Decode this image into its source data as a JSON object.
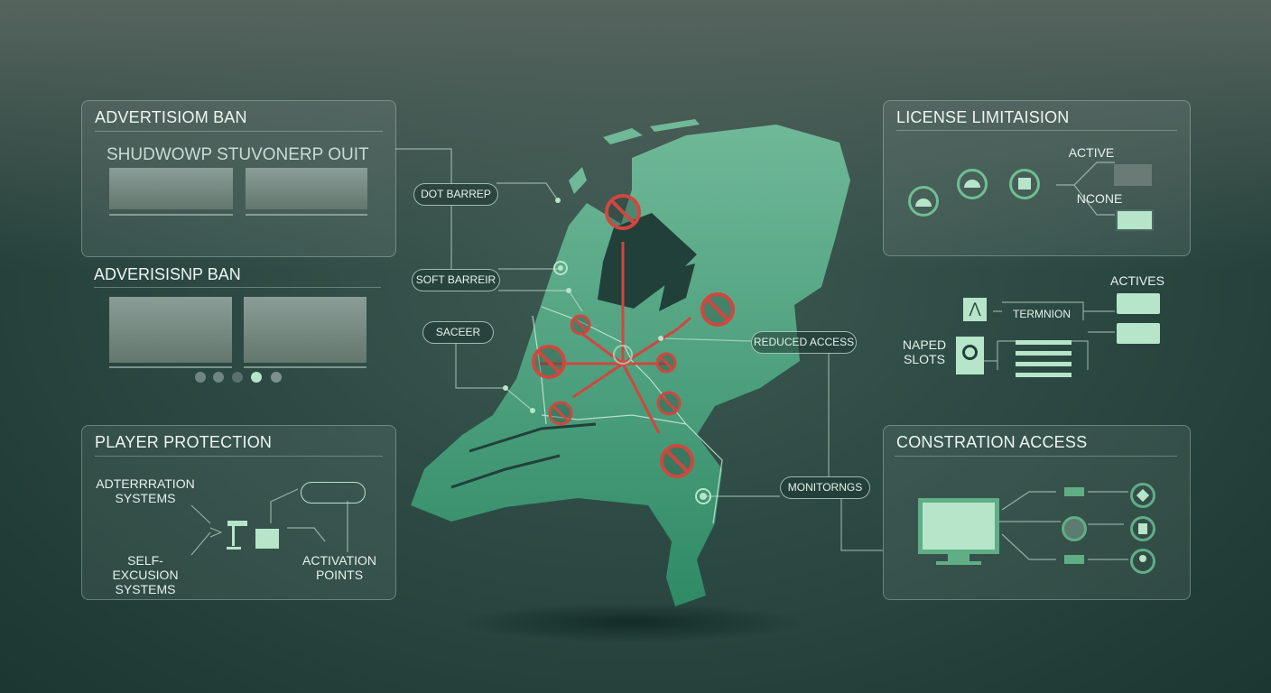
{
  "panels": {
    "advertising_ban_1": {
      "title": "ADVERTISIOM BAN",
      "subtitle": "SHUDWOWP STUVONERP OUIT"
    },
    "advertising_ban_2": {
      "title": "ADVERISISNP BAN",
      "carousel": {
        "count": 5,
        "active_index": 3
      }
    },
    "player_protection": {
      "title": "PLAYER PROTECTION",
      "labels": [
        "ADTERRRATION SYSTEMS",
        "SELF-EXCUSION SYSTEMS",
        "ACTIVATION POINTS"
      ]
    },
    "license_limitation": {
      "title": "LICENSE LIMITAISION",
      "status_labels": [
        "ACTIVE",
        "NCONE"
      ]
    },
    "slots": {
      "actives_label": "ACTIVES",
      "termination_label": "TERMNION",
      "naped_slots_label": "NAPED SLOTS"
    },
    "constration_access": {
      "title": "CONSTRATION ACCESS"
    }
  },
  "map": {
    "labels": [
      "DOT BARREP",
      "SOFT BARREIR",
      "SACEER",
      "REDUCED ACCESS",
      "MONITORNGS"
    ],
    "colors": {
      "land": "#4f9e7c",
      "prohibition": "#d0473f",
      "accent": "#b6e5c9"
    },
    "icons": [
      "prohibition-icon",
      "location-marker-icon"
    ]
  }
}
